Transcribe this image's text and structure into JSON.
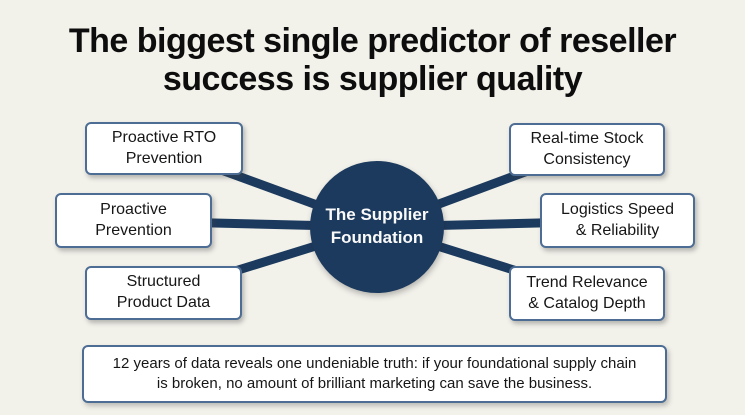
{
  "title": "The biggest single predictor of reseller\nsuccess is supplier quality",
  "hub": {
    "label": "The Supplier\nFoundation"
  },
  "nodes": [
    {
      "id": "proactive-rto-prevention",
      "label": "Proactive RTO\nPrevention"
    },
    {
      "id": "proactive-prevention",
      "label": "Proactive\nPrevention"
    },
    {
      "id": "structured-product-data",
      "label": "Structured\nProduct Data"
    },
    {
      "id": "real-time-stock-consistency",
      "label": "Real-time Stock\nConsistency"
    },
    {
      "id": "logistics-speed-reliability",
      "label": "Logistics Speed\n& Reliability"
    },
    {
      "id": "trend-relevance-catalog-depth",
      "label": "Trend Relevance\n& Catalog Depth"
    }
  ],
  "conclusion": {
    "text": "12 years of data reveals one undeniable truth: if your foundational supply chain\nis broken, no amount of brilliant marketing can save the business."
  },
  "colors": {
    "background": "#f2f1ea",
    "hub_fill": "#1c3a5e",
    "connector": "#1c3a5e",
    "box_border": "#4d6d94",
    "box_fill": "#ffffff",
    "title_text": "#0d0d0d",
    "hub_text": "#fafafa"
  }
}
